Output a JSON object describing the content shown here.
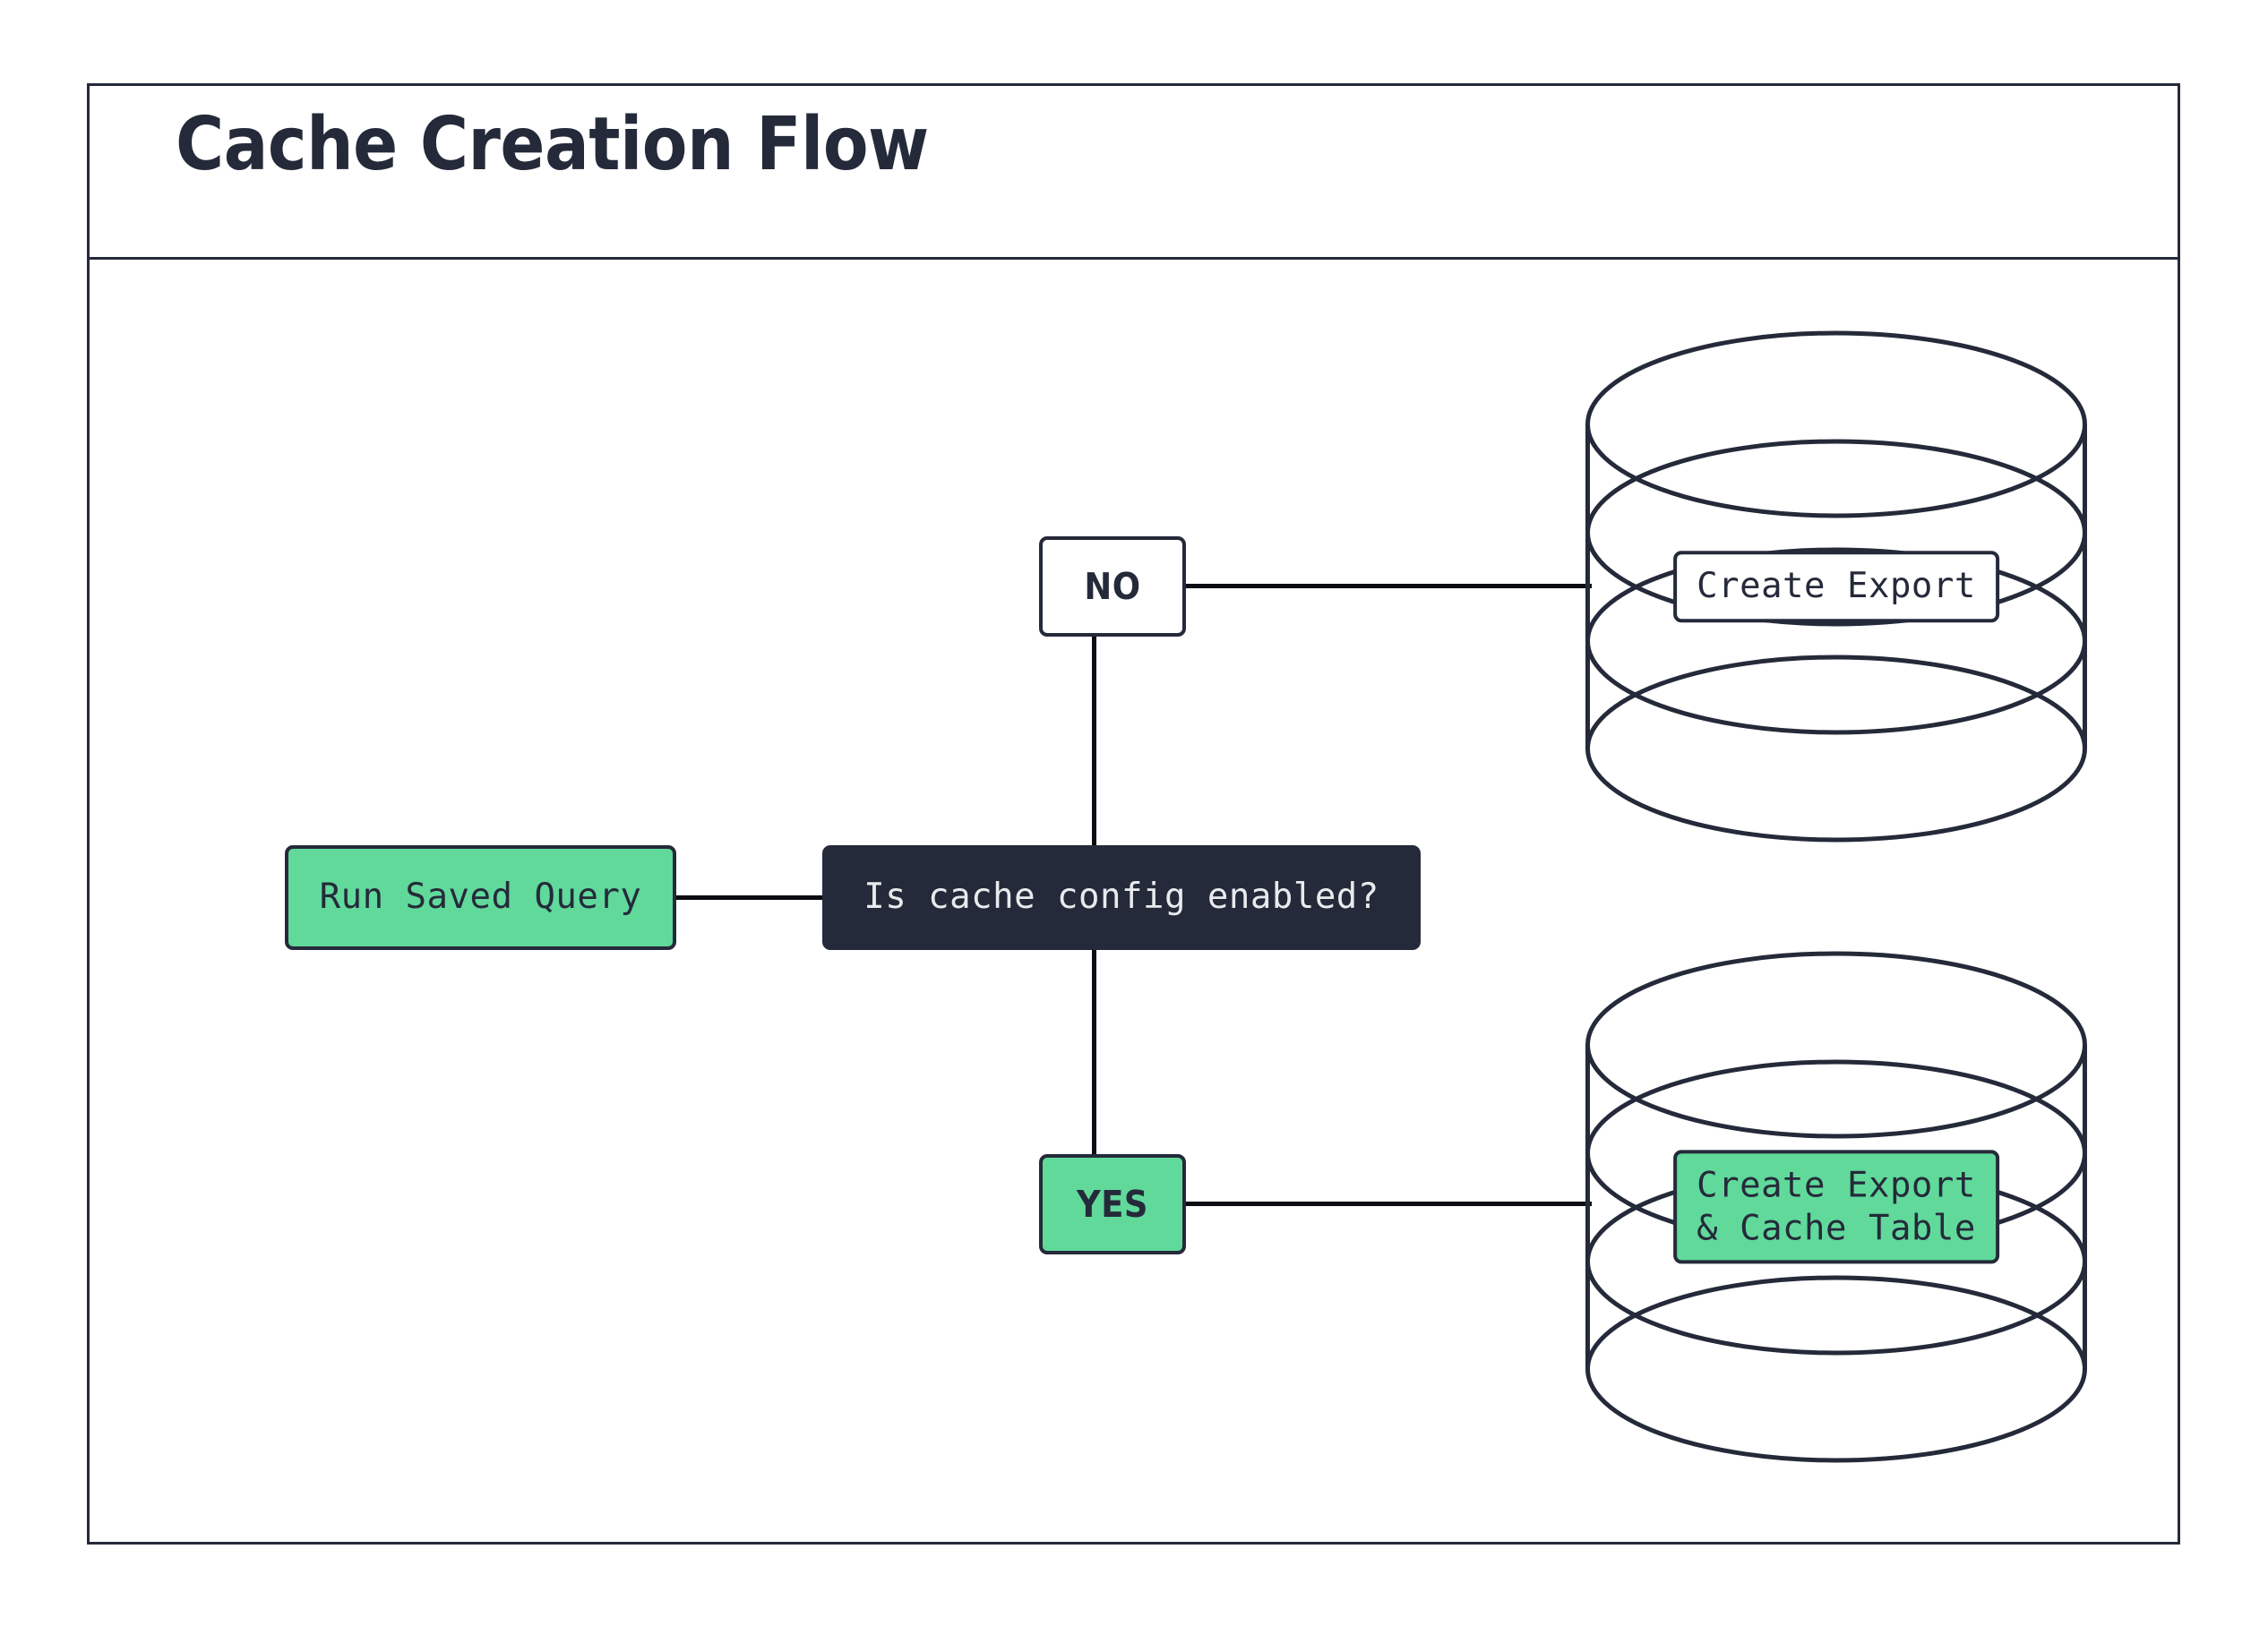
{
  "diagram": {
    "title": "Cache Creation Flow",
    "colors": {
      "ink": "#252a3a",
      "green": "#60d99b",
      "white": "#ffffff",
      "edge": "#0b0d12"
    },
    "nodes": [
      {
        "id": "run-saved-query",
        "label": "Run Saved Query",
        "shape": "rounded-rect",
        "fill": "green",
        "text_style": "mono"
      },
      {
        "id": "decision",
        "label": "Is cache config enabled?",
        "shape": "rounded-rect",
        "fill": "dark",
        "text_style": "mono"
      },
      {
        "id": "no",
        "label": "NO",
        "shape": "rounded-rect",
        "fill": "white",
        "text_style": "sans"
      },
      {
        "id": "yes",
        "label": "YES",
        "shape": "rounded-rect",
        "fill": "green",
        "text_style": "sans"
      },
      {
        "id": "cylinder-top",
        "label": "Create Export",
        "shape": "database-cylinder",
        "fill": "white",
        "text_style": "mono"
      },
      {
        "id": "cylinder-bottom",
        "label": "Create Export\n& Cache Table",
        "shape": "database-cylinder",
        "fill": "green",
        "text_style": "mono"
      }
    ],
    "edges": [
      {
        "from": "run-saved-query",
        "to": "decision"
      },
      {
        "from": "decision",
        "to": "no"
      },
      {
        "from": "decision",
        "to": "yes"
      },
      {
        "from": "no",
        "to": "cylinder-top"
      },
      {
        "from": "yes",
        "to": "cylinder-bottom"
      }
    ]
  }
}
